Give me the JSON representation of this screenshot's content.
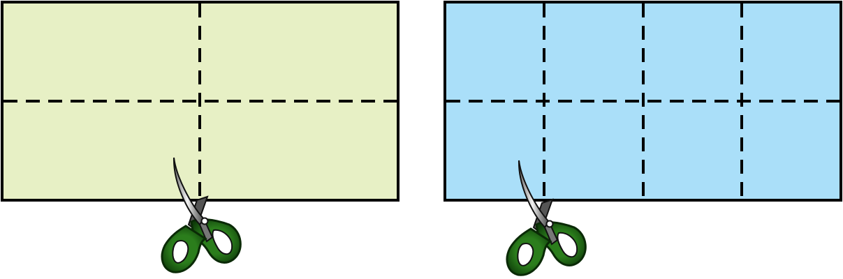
{
  "colors": {
    "left_paper": "#e7f0c5",
    "right_paper": "#aadff9",
    "outline": "#000000",
    "handle": "#1f6b14",
    "handle_dark": "#0f3d0a",
    "blade": "#b9b9b9"
  },
  "papers": [
    {
      "name": "left-paper",
      "columns": 2,
      "rows": 2,
      "color_key": "left_paper"
    },
    {
      "name": "right-paper",
      "columns": 4,
      "rows": 2,
      "color_key": "right_paper"
    }
  ],
  "icons": {
    "cut_tool": "scissors-icon"
  }
}
